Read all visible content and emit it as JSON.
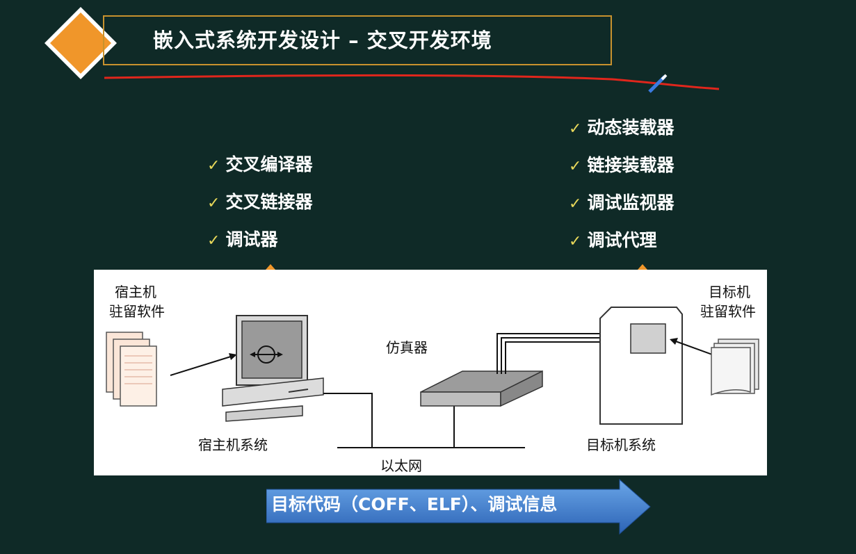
{
  "slide": {
    "title": "嵌入式系统开发设计 – 交叉开发环境",
    "accent_color": "#f0962a",
    "frame_color": "#c8922e",
    "background_color": "#0f2a27"
  },
  "host_tools": [
    {
      "label": "交叉编译器"
    },
    {
      "label": "交叉链接器"
    },
    {
      "label": "调试器"
    }
  ],
  "target_tools": [
    {
      "label": "动态装载器"
    },
    {
      "label": "链接装载器"
    },
    {
      "label": "调试监视器"
    },
    {
      "label": "调试代理"
    }
  ],
  "diagram": {
    "host_software_line1": "宿主机",
    "host_software_line2": "驻留软件",
    "host_system": "宿主机系统",
    "emulator": "仿真器",
    "ethernet": "以太网",
    "target_system": "目标机系统",
    "target_software_line1": "目标机",
    "target_software_line2": "驻留软件"
  },
  "banner": {
    "text": "目标代码（COFF、ELF）、调试信息"
  }
}
